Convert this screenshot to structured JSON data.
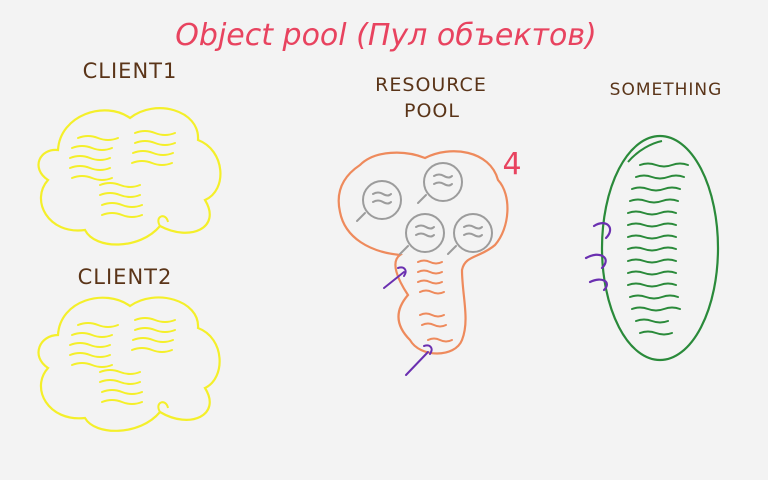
{
  "title": "Object pool (Пул объектов)",
  "labels": {
    "client1": "CLIENT1",
    "client2": "CLIENT2",
    "resource_pool_line1": "RESOURCE",
    "resource_pool_line2": "POOL",
    "something": "SOMETHING",
    "pool_count": "4"
  },
  "colors": {
    "background": "#f3f3f3",
    "title": "#e8435f",
    "label": "#5a3418",
    "client": "#f4ef2a",
    "pool": "#ee8a5c",
    "pool_objects": "#9c9c9c",
    "something": "#2a8a3a",
    "connector": "#6a2fb0",
    "count": "#e8435f"
  }
}
